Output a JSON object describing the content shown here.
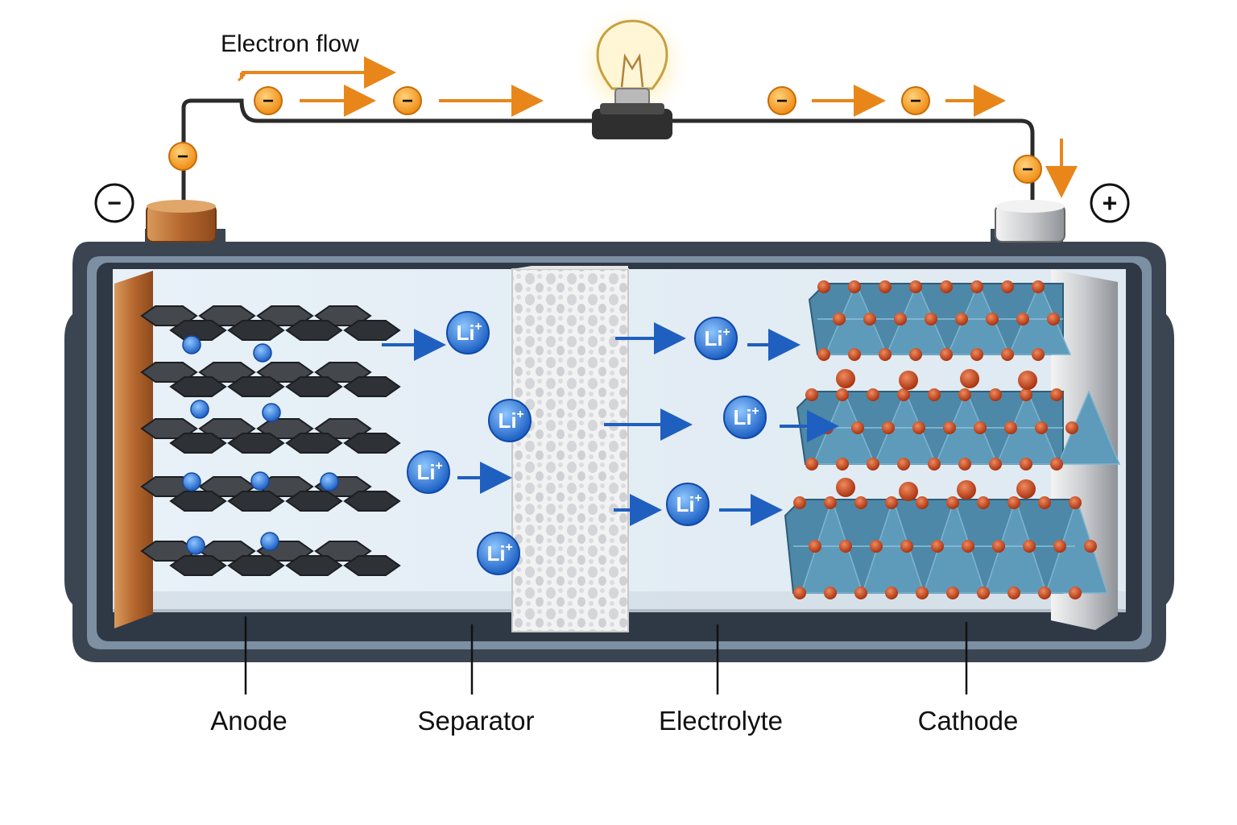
{
  "title_flow": "Electron flow",
  "terminals": {
    "negative": "−",
    "positive": "+"
  },
  "electron_symbol": "−",
  "ion_label": "Li",
  "ion_charge": "+",
  "labels": {
    "anode": "Anode",
    "separator": "Separator",
    "electrolyte": "Electrolyte",
    "cathode": "Cathode"
  },
  "colors": {
    "electron": "#f4a31c",
    "flow_arrow": "#e8861a",
    "ion": "#1e6fd0",
    "ion_arrow": "#1f5fbf",
    "anode_collector": "#b86a32",
    "cathode_crystal": "#4d88a8",
    "cathode_atom": "#c0441c",
    "graphite": "#3a3d42",
    "case": "#3b4552",
    "electrolyte": "#e4eef6",
    "bulb_glow": "#ffd75a"
  },
  "icons": [
    "light-bulb-icon",
    "electron-icon",
    "lithium-ion-icon",
    "negative-terminal-icon",
    "positive-terminal-icon"
  ]
}
